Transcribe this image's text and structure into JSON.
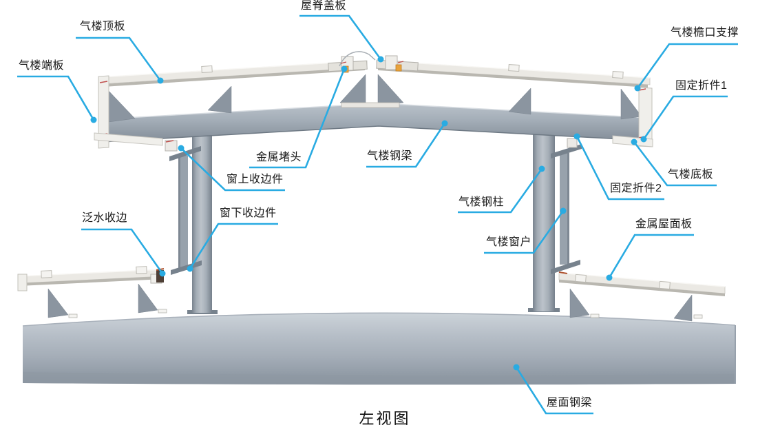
{
  "title": "左视图",
  "labels": {
    "monitor_top_plate": "气楼顶板",
    "ridge_cover_plate": "屋脊盖板",
    "monitor_end_plate": "气楼端板",
    "monitor_eave_support": "气楼檐口支撑",
    "fixing_piece_1": "固定折件1",
    "monitor_bottom_plate": "气楼底板",
    "fixing_piece_2": "固定折件2",
    "metal_plug": "金属堵头",
    "monitor_steel_beam": "气楼钢梁",
    "window_top_trim": "窗上收边件",
    "window_bottom_trim": "窗下收边件",
    "flashing_trim": "泛水收边",
    "monitor_steel_column": "气楼钢柱",
    "monitor_window": "气楼窗户",
    "metal_roof_panel": "金属屋面板",
    "roof_steel_beam": "屋面钢梁"
  },
  "colors": {
    "callout": "#29abe2",
    "steel_light": "#b7bfc8",
    "steel_dark": "#828c97",
    "panel": "#ebe9e4",
    "plug_orange": "#e8a33d",
    "flashing_dark": "#4e3f36",
    "detail_red": "#c0504d"
  }
}
